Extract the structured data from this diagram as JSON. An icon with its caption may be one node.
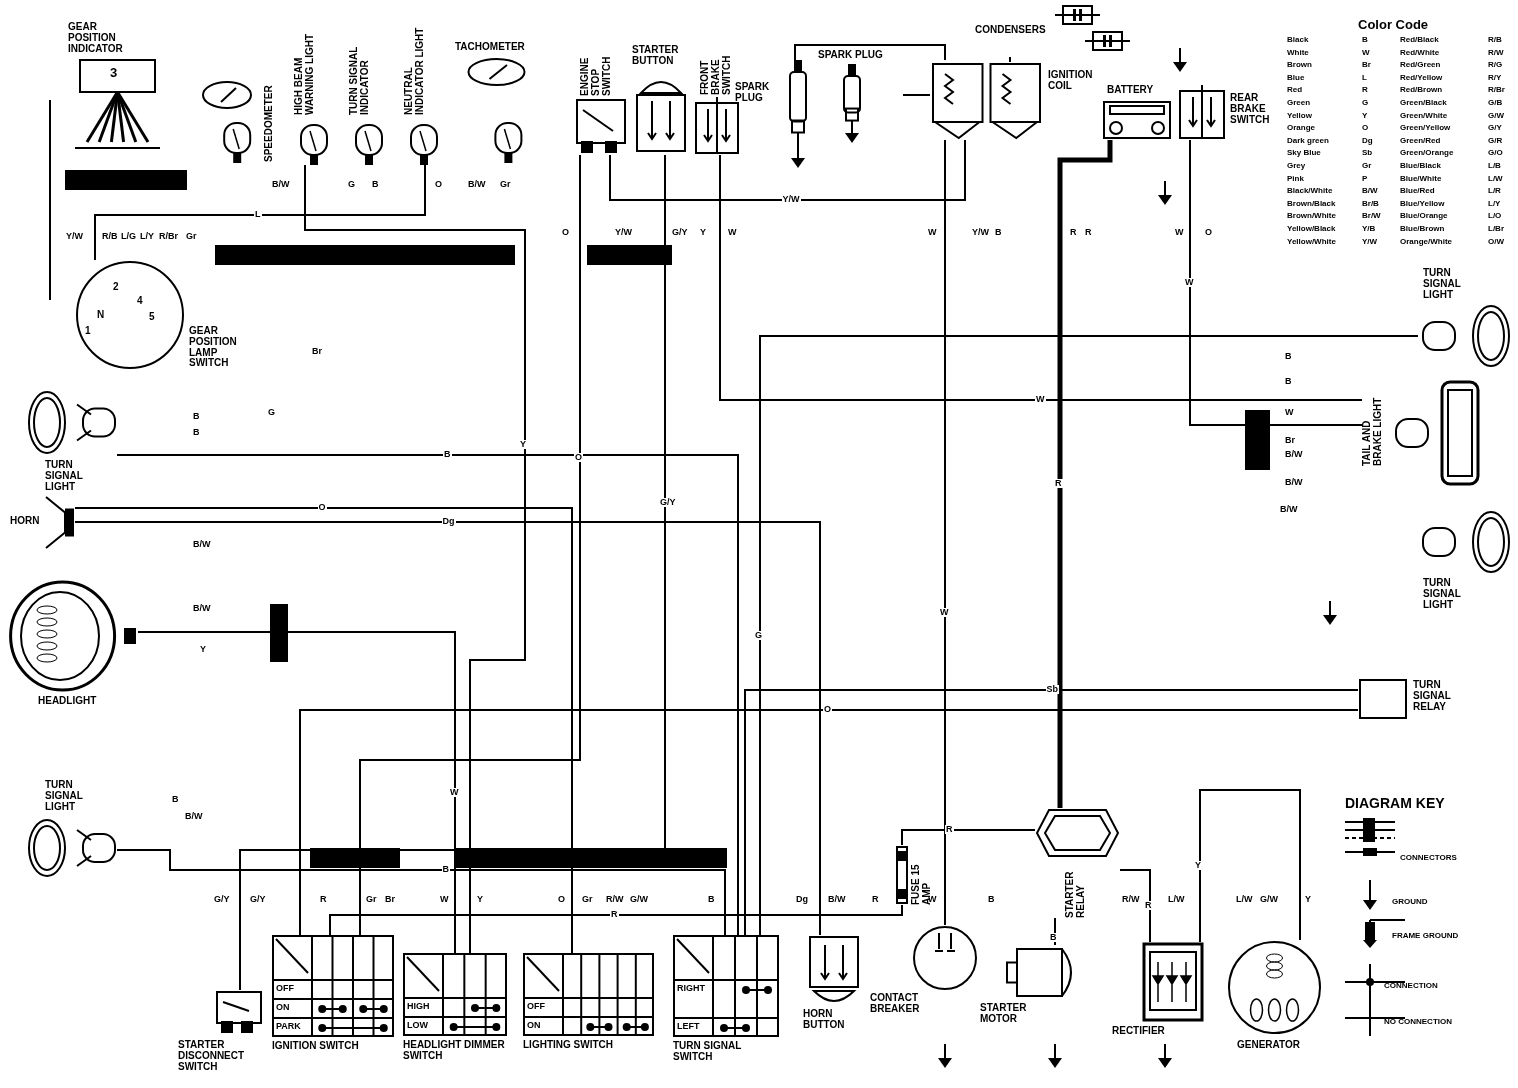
{
  "diagram": {
    "nodes": [
      {
        "text": [
          "GEAR POSITION INDICATOR",
          "3"
        ]
      },
      {
        "text": [
          "SPEEDOMETER"
        ]
      },
      {
        "text": [
          "HIGH BEAM WARNING LIGHT"
        ]
      },
      {
        "text": [
          "TURN SIGNAL INDICATOR"
        ]
      },
      {
        "text": [
          "NEUTRAL INDICATOR LIGHT"
        ]
      },
      {
        "text": [
          "TACHOMETER"
        ]
      },
      {
        "text": [
          "ENGINE STOP SWITCH"
        ]
      },
      {
        "text": [
          "STARTER BUTTON"
        ]
      },
      {
        "text": [
          "FRONT BRAKE SWITCH"
        ]
      },
      {
        "text": [
          "SPARK PLUG"
        ]
      },
      {
        "text": [
          "SPARK PLUG"
        ]
      },
      {
        "text": [
          "CONDENSERS"
        ]
      },
      {
        "text": [
          "IGNITION COIL"
        ]
      },
      {
        "text": [
          "BATTERY"
        ]
      },
      {
        "text": [
          "REAR BRAKE SWITCH"
        ]
      },
      {
        "text": [
          "GEAR POSITION LAMP SWITCH",
          "N",
          "1",
          "2",
          "4",
          "5"
        ]
      },
      {
        "text": [
          "TURN SIGNAL LIGHT"
        ]
      },
      {
        "text": [
          "HORN"
        ]
      },
      {
        "text": [
          "HEADLIGHT"
        ]
      },
      {
        "text": [
          "TURN SIGNAL LIGHT"
        ]
      },
      {
        "text": [
          "TURN SIGNAL LIGHT"
        ]
      },
      {
        "text": [
          "TAIL AND BRAKE LIGHT"
        ]
      },
      {
        "text": [
          "TURN SIGNAL LIGHT"
        ]
      },
      {
        "text": [
          "TURN SIGNAL RELAY"
        ]
      },
      {
        "text": [
          "STARTER DISCONNECT SWITCH"
        ]
      },
      {
        "text": [
          "OFF",
          "ON",
          "PARK",
          "IGNITION SWITCH"
        ]
      },
      {
        "text": [
          "HIGH",
          "LOW",
          "HEADLIGHT DIMMER SWITCH"
        ]
      },
      {
        "text": [
          "OFF",
          "ON",
          "LIGHTING SWITCH"
        ]
      },
      {
        "text": [
          "RIGHT",
          "LEFT",
          "TURN SIGNAL SWITCH"
        ]
      },
      {
        "text": [
          "HORN BUTTON"
        ]
      },
      {
        "text": [
          "CONTACT BREAKER"
        ]
      },
      {
        "text": [
          "STARTER RELAY"
        ]
      },
      {
        "text": [
          "STARTER MOTOR"
        ]
      },
      {
        "text": [
          "RECTIFIER"
        ]
      },
      {
        "text": [
          "GENERATOR"
        ]
      },
      {
        "text": [
          "FUSE 15 AMP"
        ]
      },
      {
        "text": [],
        "shape": "bar"
      },
      {
        "text": [],
        "shape": "bar"
      },
      {
        "text": [],
        "shape": "bar"
      },
      {
        "text": [],
        "shape": "bar"
      },
      {
        "text": [],
        "shape": "bar"
      }
    ],
    "edges": [
      {
        "from": 15,
        "to": 0,
        "arrow": "none"
      },
      {
        "from": 4,
        "to": 15,
        "arrow": "none",
        "label": "L"
      },
      {
        "from": 2,
        "to": 26,
        "arrow": "none",
        "label": "Y"
      },
      {
        "from": 18,
        "to": 26,
        "arrow": "none",
        "label": "W"
      },
      {
        "from": 17,
        "to": 29,
        "arrow": "none",
        "label": "Dg"
      },
      {
        "from": 17,
        "to": 27,
        "arrow": "none",
        "label": "O"
      },
      {
        "from": 23,
        "to": 28,
        "arrow": "none",
        "label": "Sb"
      },
      {
        "from": 23,
        "to": 25,
        "arrow": "none",
        "label": "O"
      },
      {
        "from": 13,
        "to": 31,
        "arrow": "none",
        "label": "R",
        "style": "thick"
      },
      {
        "from": 31,
        "to": 32,
        "arrow": "none",
        "label": "B"
      },
      {
        "from": 31,
        "to": 35,
        "arrow": "none",
        "label": "R"
      },
      {
        "from": 35,
        "to": 25,
        "arrow": "none",
        "label": "R"
      },
      {
        "from": 30,
        "to": 12,
        "arrow": "none",
        "label": "W"
      },
      {
        "from": 12,
        "to": 6,
        "arrow": "none",
        "label": "Y/W"
      },
      {
        "from": 12,
        "to": 9,
        "arrow": "none"
      },
      {
        "from": 12,
        "to": 10,
        "arrow": "none"
      },
      {
        "from": 11,
        "to": 12,
        "arrow": "none"
      },
      {
        "from": 14,
        "to": 21,
        "arrow": "none",
        "label": "W"
      },
      {
        "from": 8,
        "to": 21,
        "arrow": "none",
        "label": "W"
      },
      {
        "from": 28,
        "to": 19,
        "arrow": "none",
        "label": "B"
      },
      {
        "from": 28,
        "to": 16,
        "arrow": "none",
        "label": "B"
      },
      {
        "from": 28,
        "to": 20,
        "arrow": "none",
        "label": "G"
      },
      {
        "from": 24,
        "to": 7,
        "arrow": "none",
        "label": "G/Y"
      },
      {
        "from": 33,
        "to": 34,
        "arrow": "none",
        "label": "Y"
      },
      {
        "from": 33,
        "to": 31,
        "arrow": "none",
        "label": "R"
      },
      {
        "from": 25,
        "to": 6,
        "arrow": "none",
        "label": "O"
      }
    ],
    "labels": [
      "Color Code",
      "Black",
      "B",
      "Red/Black",
      "R/B",
      "White",
      "W",
      "Red/White",
      "R/W",
      "Brown",
      "Br",
      "Red/Green",
      "R/G",
      "Blue",
      "L",
      "Red/Yellow",
      "R/Y",
      "Red",
      "R",
      "Red/Brown",
      "R/Br",
      "Green",
      "G",
      "Green/Black",
      "G/B",
      "Yellow",
      "Y",
      "Green/White",
      "G/W",
      "Orange",
      "O",
      "Green/Yellow",
      "G/Y",
      "Dark green",
      "Dg",
      "Green/Red",
      "G/R",
      "Sky Blue",
      "Sb",
      "Green/Orange",
      "G/O",
      "Grey",
      "Gr",
      "Blue/Black",
      "L/B",
      "Pink",
      "P",
      "Blue/White",
      "L/W",
      "Black/White",
      "B/W",
      "Blue/Red",
      "L/R",
      "Brown/Black",
      "Br/B",
      "Blue/Yellow",
      "L/Y",
      "Brown/White",
      "Br/W",
      "Blue/Orange",
      "L/O",
      "Yellow/Black",
      "Y/B",
      "Blue/Brown",
      "L/Br",
      "Yellow/White",
      "Y/W",
      "Orange/White",
      "O/W",
      "DIAGRAM KEY",
      "B/W",
      "G",
      "B",
      "O",
      "B/W",
      "Gr",
      "Y/W",
      "R/B",
      "L/G",
      "L/Y",
      "R/Br",
      "Gr",
      "O",
      "Y/W",
      "G/Y",
      "Y",
      "W",
      "W",
      "Y/W",
      "B",
      "R",
      "R",
      "W",
      "O",
      "Br",
      "G",
      "B",
      "B",
      "B/W",
      "B/W",
      "Y",
      "B",
      "B/W",
      "B",
      "B",
      "W",
      "Br",
      "B/W",
      "B/W",
      "B/W",
      "G/Y",
      "G/Y",
      "R",
      "Gr",
      "Br",
      "W",
      "Y",
      "O",
      "Gr",
      "R/W",
      "G/W",
      "B",
      "Dg",
      "B/W",
      "R",
      "W",
      "B",
      "R/W",
      "L/W",
      "L/W",
      "G/W",
      "Y"
    ],
    "legend": [
      {
        "text": "CONNECTORS"
      },
      {
        "text": "GROUND"
      },
      {
        "text": "FRAME GROUND"
      },
      {
        "text": "CONNECTION"
      },
      {
        "text": "NO CONNECTION"
      }
    ]
  }
}
